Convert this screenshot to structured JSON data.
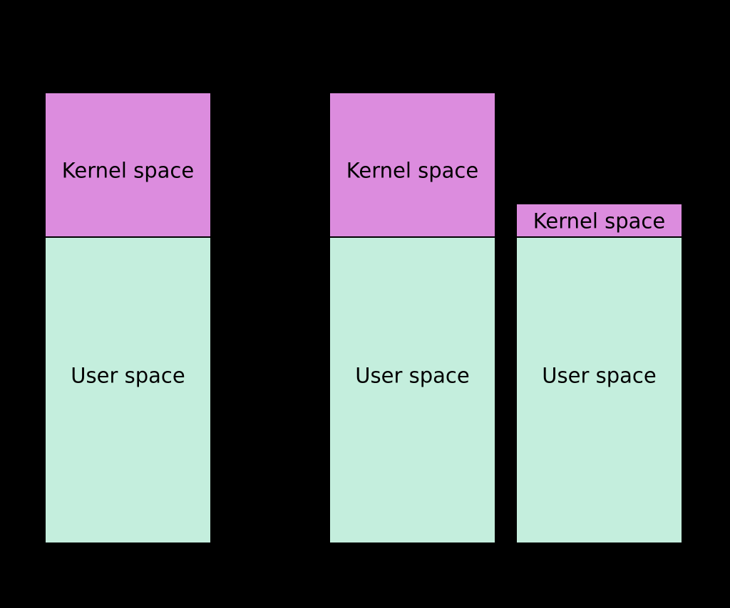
{
  "figure": {
    "background": "#000000",
    "colors": {
      "kernel_fill": "#DC8CDE",
      "user_fill": "#C4EEDD",
      "stroke": "#000000",
      "text": "#000000"
    },
    "bars": [
      {
        "id": "memory-split-1",
        "segments": [
          {
            "type": "kernel",
            "label": "Kernel space"
          },
          {
            "type": "user",
            "label": "User space"
          }
        ]
      },
      {
        "id": "memory-split-2",
        "segments": [
          {
            "type": "kernel",
            "label": "Kernel space"
          },
          {
            "type": "user",
            "label": "User space"
          }
        ]
      },
      {
        "id": "memory-split-3",
        "segments": [
          {
            "type": "kernel",
            "label": "Kernel space"
          },
          {
            "type": "user",
            "label": "User space"
          }
        ]
      }
    ]
  }
}
